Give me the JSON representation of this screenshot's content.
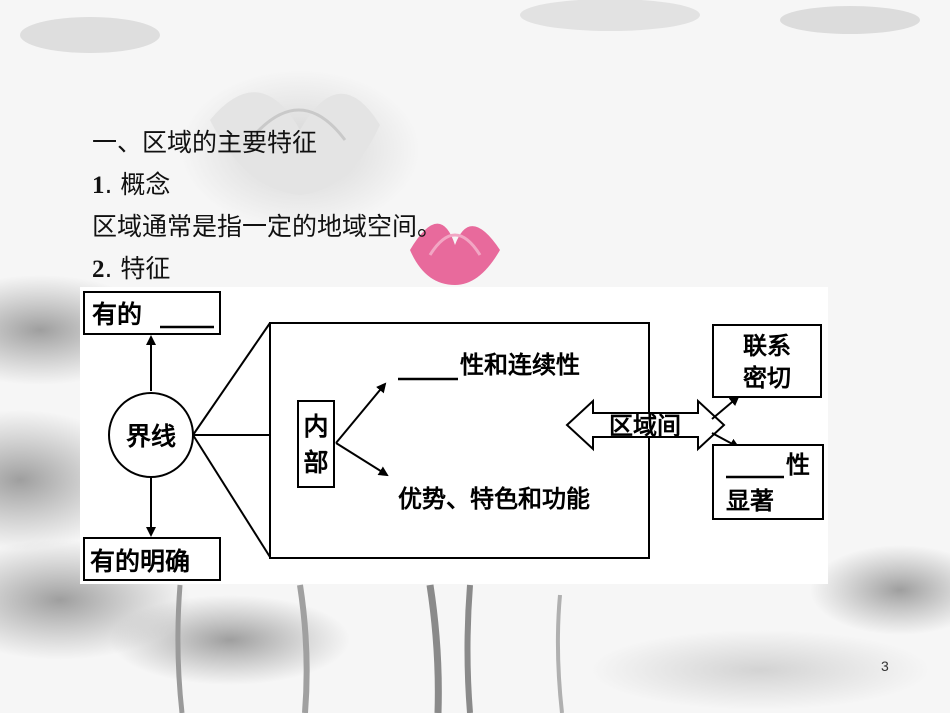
{
  "section_heading": "一、区域的主要特征",
  "item1": {
    "number": "1",
    "label": ". 概念"
  },
  "definition": "区域通常是指一定的地域空间。",
  "item2": {
    "number": "2",
    "label": ". 特征"
  },
  "diagram": {
    "top_left_box": "有的",
    "boundary_circle": "界线",
    "bottom_left_box": "有的明确",
    "inner_label_line1": "内",
    "inner_label_line2": "部",
    "upper_branch": "性和连续性",
    "lower_branch": "优势、特色和功能",
    "between_regions": "区域间",
    "right_top_line1": "联系",
    "right_top_line2": "密切",
    "right_bottom_line1": "性",
    "right_bottom_line2": "显著"
  },
  "page_number": "3"
}
